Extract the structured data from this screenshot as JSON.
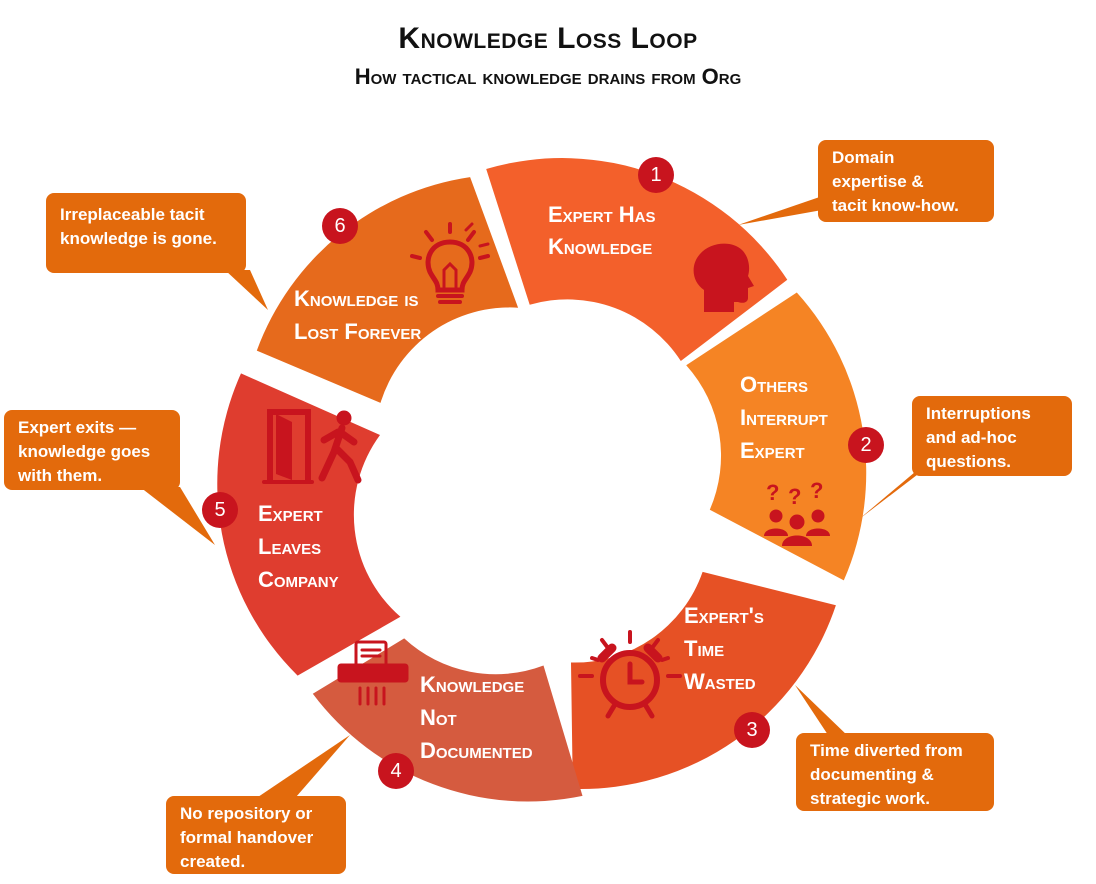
{
  "title": "Knowledge Loss Loop",
  "subtitle": "How tactical knowledge drains from Org",
  "steps": [
    {
      "number": "1",
      "label_lines": [
        "Expert Has",
        "Knowledge"
      ],
      "icon": "brain-head-icon",
      "color": "#f3602b",
      "callout": [
        "Domain",
        "expertise &",
        "tacit know-how."
      ]
    },
    {
      "number": "2",
      "label_lines": [
        "Others",
        "Interrupt",
        "Expert"
      ],
      "icon": "question-group-icon",
      "color": "#f58424",
      "callout": [
        "Interruptions",
        "and ad-hoc",
        "questions."
      ]
    },
    {
      "number": "3",
      "label_lines": [
        "Expert's",
        "Time",
        "Wasted"
      ],
      "icon": "alarm-clock-icon",
      "color": "#e65125",
      "callout": [
        "Time diverted from",
        "documenting &",
        "strategic work."
      ]
    },
    {
      "number": "4",
      "label_lines": [
        "Knowledge",
        "Not",
        "Documented"
      ],
      "icon": "shredder-icon",
      "color": "#d55b3f",
      "callout": [
        "No repository or",
        "formal handover",
        "created."
      ]
    },
    {
      "number": "5",
      "label_lines": [
        "Expert",
        "Leaves",
        "Company"
      ],
      "icon": "exit-door-icon",
      "color": "#df3d2f",
      "callout": [
        "Expert exits —",
        "knowledge goes",
        "with them."
      ]
    },
    {
      "number": "6",
      "label_lines": [
        "Knowledge is",
        "Lost Forever"
      ],
      "icon": "lightbulb-icon",
      "color": "#e66a1c",
      "callout": [
        "Irreplaceable tacit",
        "knowledge is gone."
      ]
    }
  ],
  "colors": {
    "badge": "#c8141e",
    "callout": "#e36a0c",
    "icon": "#c8141e"
  }
}
